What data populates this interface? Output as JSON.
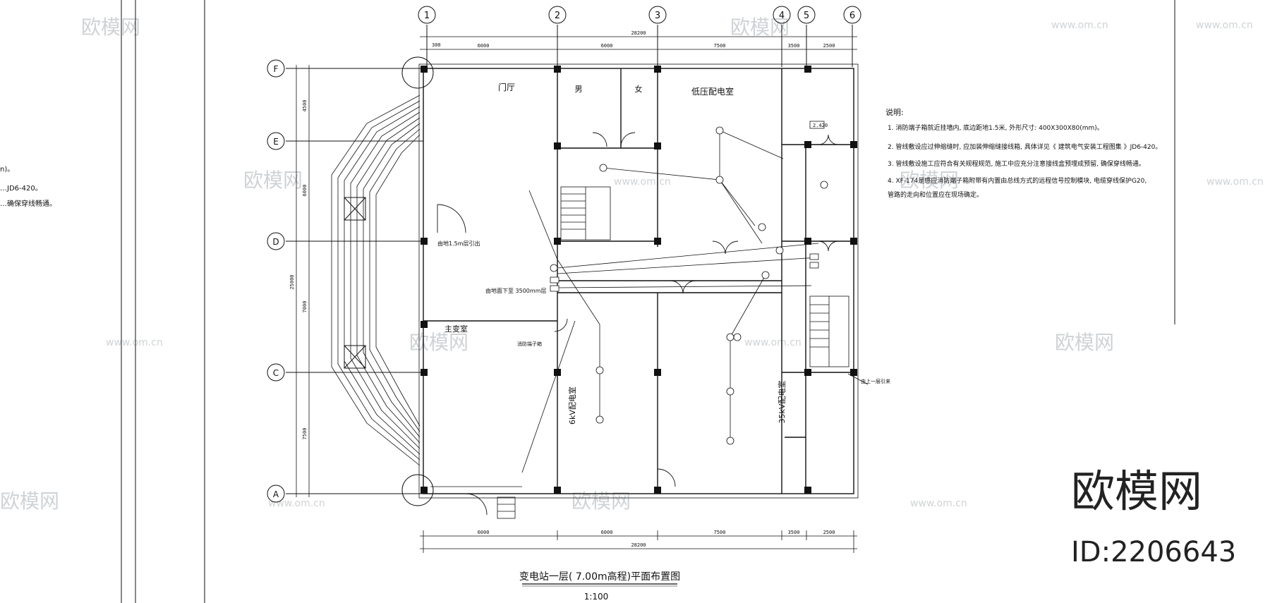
{
  "axes": {
    "top": [
      "1",
      "2",
      "3",
      "4",
      "5",
      "6"
    ],
    "left": [
      "F",
      "E",
      "D",
      "C",
      "A"
    ]
  },
  "dims": {
    "top_overall": "28200",
    "top_segments": [
      "6000",
      "6000",
      "7500",
      "3500",
      "2500"
    ],
    "bottom_overall": "28200",
    "bottom_segments": [
      "6000",
      "6000",
      "7500",
      "3500",
      "2500"
    ],
    "left_overall": "25000",
    "left_segments": [
      "4500",
      "6000",
      "7000",
      "7500"
    ],
    "top_small": "300"
  },
  "rooms": {
    "lobby": "门厅",
    "men": "男",
    "women": "女",
    "lv_room": "低压配电室",
    "main_transformer": "主变室",
    "room_35kv": "35kV配电室",
    "room_6kv": "6kV配电室"
  },
  "annotations": {
    "trench_a": "由地1.5m层引出",
    "trench_b": "由地面下至 3500mm层",
    "exit_note": "由上一层引来",
    "fire_box": "消防端子箱",
    "small_a": "2.420"
  },
  "notes": {
    "heading": "说明:",
    "items": [
      "1. 消防端子箱就近挂墙内, 底边距地1.5米, 外形尺寸: 400X300X80(mm)。",
      "2. 管线敷设应过伸缩缝时, 应加装伸缩缝接线箱, 具体详见《 建筑电气安装工程图集 》JD6-420。",
      "3. 管线敷设施工应符合有关规程规范, 施工中应充分注意接线盒预埋成预留, 确保穿线畅通。",
      "4. XF-174是感应消防端子箱附带有内置由总线方式的远程信号控制模块, 电缆穿线保护G20,",
      "   管路的走向和位置应在现场确定。"
    ],
    "left_fragments": [
      "n)。",
      "…JD6-420。",
      "…确保穿线畅通。"
    ]
  },
  "title": {
    "main": "变电站一层(  7.00m高程)平面布置图",
    "scale": "1:100"
  },
  "watermarks": {
    "brand": "欧模网",
    "url": "www.om.cn"
  },
  "brand_block": {
    "name": "欧模网",
    "id": "ID:2206643"
  },
  "colors": {
    "line": "#111111",
    "watermark": "#cfd3d6",
    "background": "#ffffff"
  }
}
